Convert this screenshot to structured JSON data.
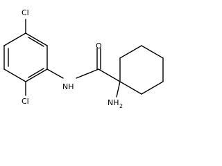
{
  "molecule": {
    "atom_labels": {
      "chlorine_top": "Cl",
      "chlorine_bottom": "Cl",
      "amide_nh": "NH",
      "carbonyl_oxygen": "O",
      "amine": "NH",
      "amine_subscript": "2"
    }
  }
}
